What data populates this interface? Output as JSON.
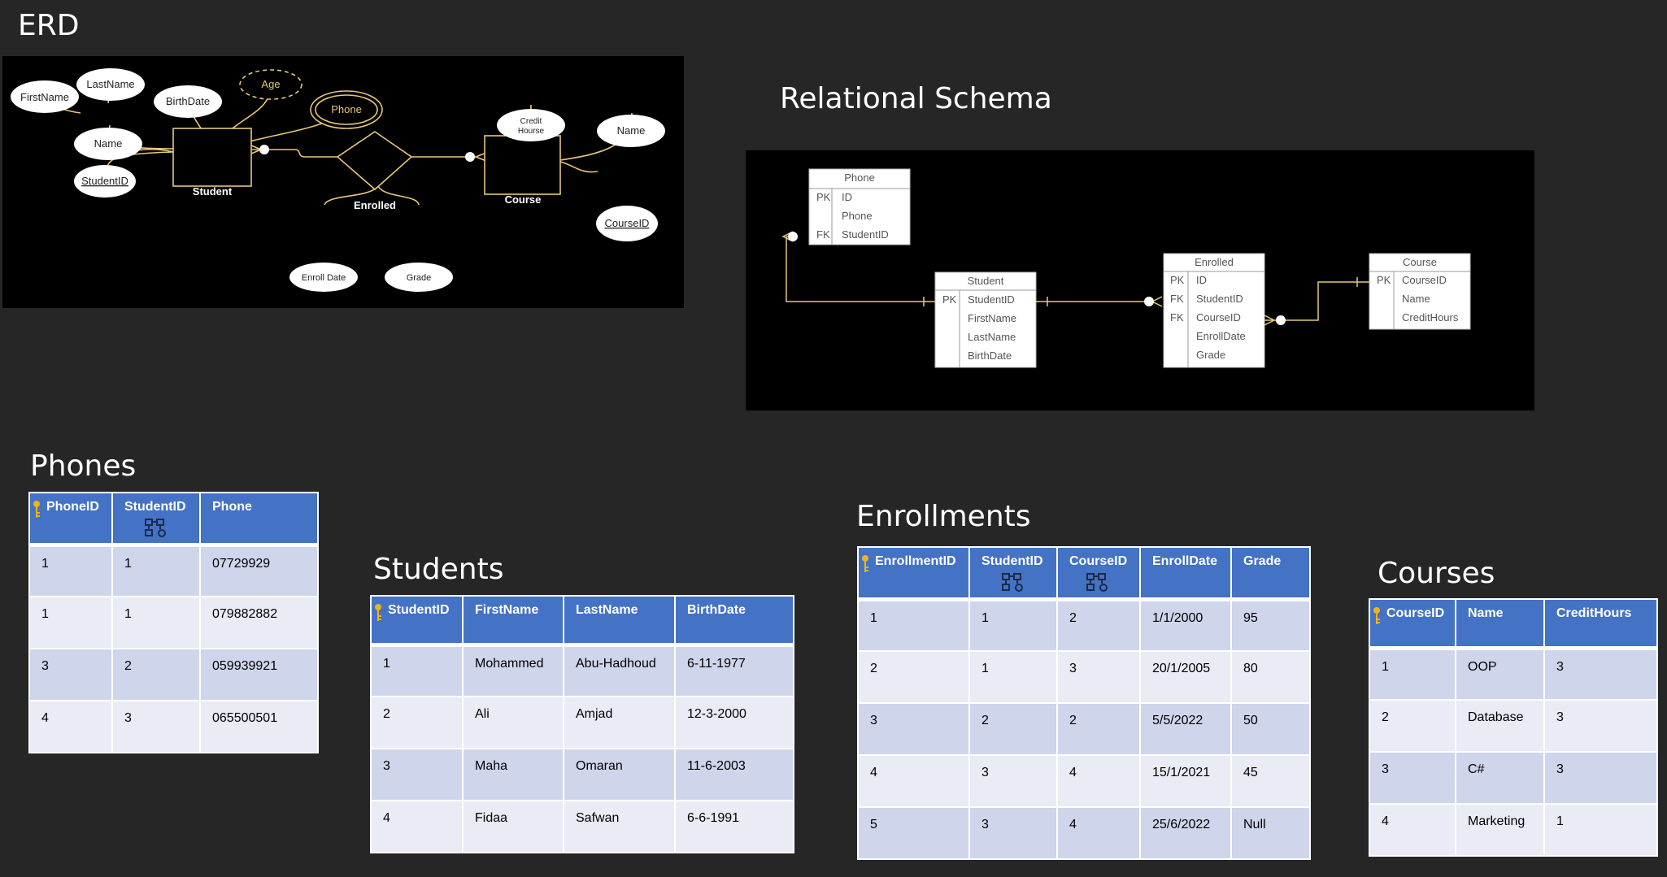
{
  "headings": {
    "erd": "ERD",
    "relational": "Relational Schema",
    "phones": "Phones",
    "students": "Students",
    "enrollments": "Enrollments",
    "courses": "Courses"
  },
  "erd": {
    "entities": {
      "student": "Student",
      "course": "Course"
    },
    "relationship": "Enrolled",
    "attributes": {
      "firstname": "FirstName",
      "lastname": "LastName",
      "birthdate": "BirthDate",
      "age": "Age",
      "phone": "Phone",
      "name": "Name",
      "studentid": "StudentID",
      "credit1": "Credit",
      "credit2": "Hourse",
      "course_name": "Name",
      "courseid": "CourseID",
      "enroll_date": "Enroll Date",
      "grade": "Grade"
    }
  },
  "schema": {
    "phone": {
      "title": "Phone",
      "rows": [
        {
          "key": "PK",
          "field": "ID"
        },
        {
          "key": "",
          "field": "Phone"
        },
        {
          "key": "FK",
          "field": "StudentID"
        }
      ]
    },
    "student": {
      "title": "Student",
      "rows": [
        {
          "key": "PK",
          "field": "StudentID"
        },
        {
          "key": "",
          "field": "FirstName"
        },
        {
          "key": "",
          "field": "LastName"
        },
        {
          "key": "",
          "field": "BirthDate"
        }
      ]
    },
    "enrolled": {
      "title": "Enrolled",
      "rows": [
        {
          "key": "PK",
          "field": "ID"
        },
        {
          "key": "FK",
          "field": "StudentID"
        },
        {
          "key": "FK",
          "field": "CourseID"
        },
        {
          "key": "",
          "field": "EnrollDate"
        },
        {
          "key": "",
          "field": "Grade"
        }
      ]
    },
    "course": {
      "title": "Course",
      "rows": [
        {
          "key": "PK",
          "field": "CourseID"
        },
        {
          "key": "",
          "field": "Name"
        },
        {
          "key": "",
          "field": "CreditHours"
        }
      ]
    }
  },
  "tables": {
    "phones": {
      "headers": [
        "PhoneID",
        "StudentID",
        "Phone"
      ],
      "rows": [
        [
          "1",
          "1",
          "07729929"
        ],
        [
          "1",
          "1",
          "079882882"
        ],
        [
          "3",
          "2",
          "059939921"
        ],
        [
          "4",
          "3",
          "065500501"
        ]
      ]
    },
    "students": {
      "headers": [
        "StudentID",
        "FirstName",
        "LastName",
        "BirthDate"
      ],
      "rows": [
        [
          "1",
          "Mohammed",
          "Abu-Hadhoud",
          "6-11-1977"
        ],
        [
          "2",
          "Ali",
          "Amjad",
          "12-3-2000"
        ],
        [
          "3",
          "Maha",
          "Omaran",
          "11-6-2003"
        ],
        [
          "4",
          "Fidaa",
          "Safwan",
          "6-6-1991"
        ]
      ]
    },
    "enrollments": {
      "headers": [
        "EnrollmentID",
        "StudentID",
        "CourseID",
        "EnrollDate",
        "Grade"
      ],
      "rows": [
        [
          "1",
          "1",
          "2",
          "1/1/2000",
          "95"
        ],
        [
          "2",
          "1",
          "3",
          "20/1/2005",
          "80"
        ],
        [
          "3",
          "2",
          "2",
          "5/5/2022",
          "50"
        ],
        [
          "4",
          "3",
          "4",
          "15/1/2021",
          "45"
        ],
        [
          "5",
          "3",
          "4",
          "25/6/2022",
          "Null"
        ]
      ]
    },
    "courses": {
      "headers": [
        "CourseID",
        "Name",
        "CreditHours"
      ],
      "rows": [
        [
          "1",
          "OOP",
          "3"
        ],
        [
          "2",
          "Database",
          "3"
        ],
        [
          "3",
          "C#",
          "3"
        ],
        [
          "4",
          "Marketing",
          "1"
        ]
      ]
    }
  },
  "colors": {
    "page_bg": "#262626",
    "header_blue": "#4472c4",
    "row_odd": "#cfd5ea",
    "row_even": "#e9ebf5",
    "key_gold": "#f0b41a",
    "derived_attr": "#e6c87a"
  }
}
